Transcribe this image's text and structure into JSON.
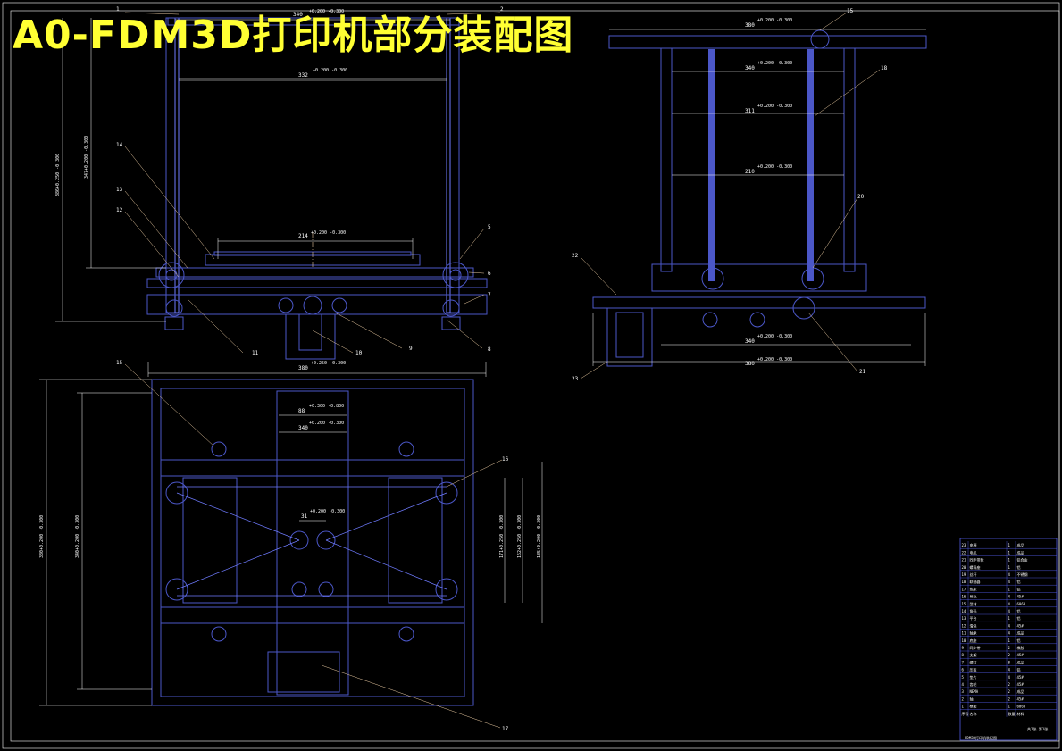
{
  "title": "A0-FDM3D打印机部分装配图",
  "colors": {
    "background": "#000000",
    "frame": "#4b57c8",
    "frame_light": "#6f7bff",
    "dimension": "#ffffff",
    "leader": "#e8c9a0",
    "title": "#ffff33",
    "table_line": "#5a66ff"
  },
  "front_view": {
    "dims": {
      "top_a_main": "340",
      "top_a_tol": "+0.200\n-0.300",
      "top_b_main": "332",
      "top_b_tol": "+0.200\n-0.300",
      "mid_main": "214",
      "mid_tol": "+0.200\n-0.300",
      "bottom_main": "380",
      "bottom_tol": "+0.250\n-0.300",
      "left_outer": "386+0.250 -0.300",
      "left_inner": "347+0.200 -0.300"
    },
    "callouts": [
      "1",
      "2",
      "14",
      "13",
      "12",
      "11",
      "10",
      "9",
      "8",
      "7",
      "6",
      "5"
    ]
  },
  "side_view": {
    "dims": {
      "a_main": "380",
      "a_tol": "+0.200\n-0.300",
      "b_main": "340",
      "b_tol": "+0.200\n-0.300",
      "c_main": "311",
      "c_tol": "+0.200\n-0.300",
      "d_main": "210",
      "d_tol": "+0.200\n-0.300",
      "e_main": "340",
      "e_tol": "+0.200\n-0.300",
      "f_main": "380",
      "f_tol": "+0.200\n-0.300"
    },
    "callouts": [
      "15",
      "18",
      "20",
      "22",
      "21",
      "23"
    ]
  },
  "top_view": {
    "dims": {
      "a_main": "88",
      "a_tol": "+0.300\n-0.800",
      "b_main": "340",
      "b_tol": "+0.200\n-0.300",
      "c_main": "31",
      "c_tol": "+0.200\n-0.300",
      "left_outer": "380+0.200 -0.300",
      "left_inner": "340+0.200 -0.300",
      "r1": "171+0.250 -0.300",
      "r2": "162+0.250 -0.300",
      "r3": "185+0.200 -0.300"
    },
    "callouts": [
      "15",
      "16",
      "17"
    ]
  },
  "bom": {
    "rows": [
      [
        "23",
        "电源",
        "1",
        "成品"
      ],
      [
        "22",
        "电机",
        "1",
        "成品"
      ],
      [
        "21",
        "同步带轮",
        "1",
        "铝合金"
      ],
      [
        "20",
        "螺母座",
        "1",
        "铝"
      ],
      [
        "19",
        "丝杆",
        "4",
        "不锈钢"
      ],
      [
        "18",
        "联轴器",
        "4",
        "铝"
      ],
      [
        "17",
        "热床",
        "1",
        "铝"
      ],
      [
        "16",
        "导轨",
        "4",
        "45#"
      ],
      [
        "15",
        "型材",
        "4",
        "6063"
      ],
      [
        "14",
        "角码",
        "4",
        "铝"
      ],
      [
        "13",
        "平台",
        "1",
        "铝"
      ],
      [
        "12",
        "滑块",
        "4",
        "45#"
      ],
      [
        "11",
        "轴承",
        "4",
        "成品"
      ],
      [
        "10",
        "底座",
        "1",
        "铝"
      ],
      [
        "9",
        "同步带",
        "2",
        "橡胶"
      ],
      [
        "8",
        "支架",
        "2",
        "45#"
      ],
      [
        "7",
        "螺钉",
        "8",
        "成品"
      ],
      [
        "6",
        "压板",
        "4",
        "铝"
      ],
      [
        "5",
        "垫片",
        "4",
        "45#"
      ],
      [
        "4",
        "齿轮",
        "2",
        "45#"
      ],
      [
        "3",
        "NEMA",
        "2",
        "成品"
      ],
      [
        "2",
        "轴",
        "2",
        "45#"
      ],
      [
        "1",
        "框架",
        "1",
        "6063"
      ]
    ],
    "header": [
      "序号",
      "名称",
      "数量",
      "材料"
    ],
    "drawing_title": "FDM3D打印机装配图",
    "sheet": "共1张 第1张"
  }
}
